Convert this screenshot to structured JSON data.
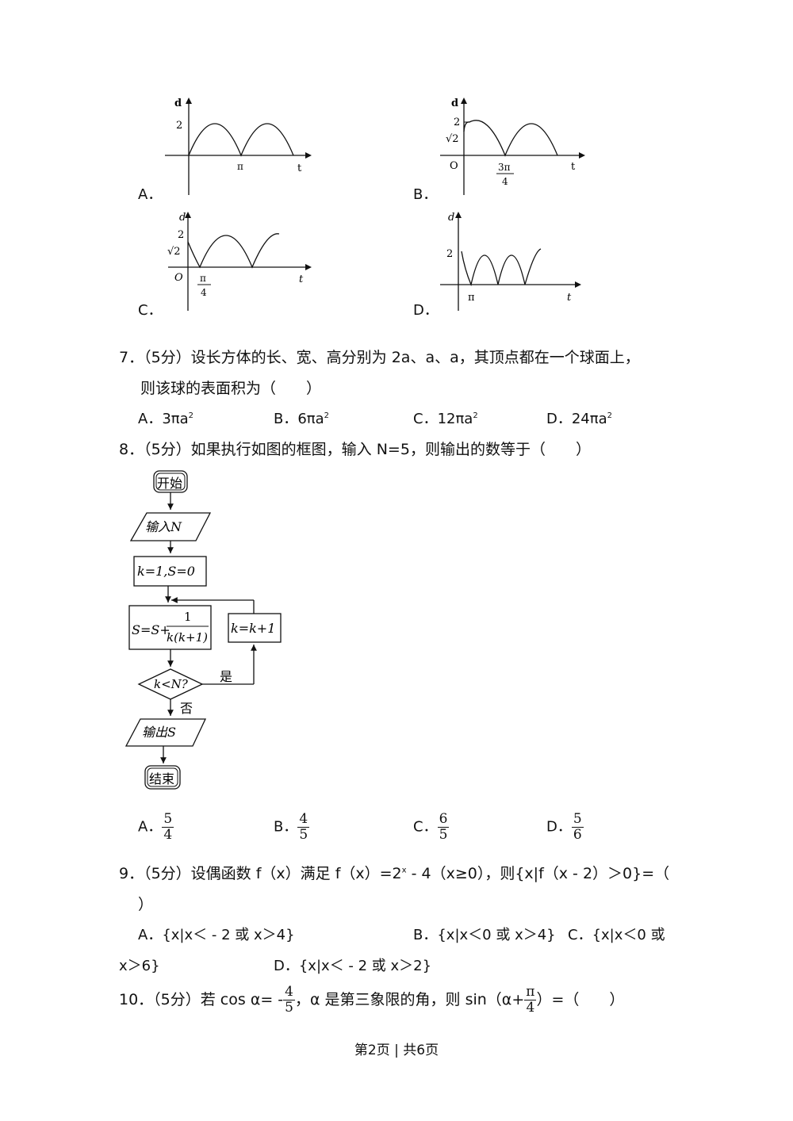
{
  "graphs": {
    "A": {
      "label": "A．",
      "axis_d": "d",
      "tick_y": "2",
      "tick_x": "π",
      "axis_t": "t"
    },
    "B": {
      "label": "B．",
      "axis_d": "d",
      "tick_y": "2",
      "tick_y2": "√2",
      "origin": "O",
      "tick_x_num": "3π",
      "tick_x_den": "4",
      "axis_t": "t"
    },
    "C": {
      "label": "C．",
      "axis_d": "d",
      "tick_y": "2",
      "tick_y2": "√2",
      "origin": "O",
      "tick_x_num": "π",
      "tick_x_den": "4",
      "axis_t": "t"
    },
    "D": {
      "label": "D．",
      "axis_d": "d",
      "tick_y": "2",
      "tick_x": "π",
      "axis_t": "t"
    }
  },
  "q7": {
    "line1": "7．（5分）设长方体的长、宽、高分别为 2a、a、a，其顶点都在一个球面上，",
    "line2": "则该球的表面积为（　　）",
    "options": [
      {
        "label": "A．3πa",
        "sup": "2"
      },
      {
        "label": "B．6πa",
        "sup": "2"
      },
      {
        "label": "C．12πa",
        "sup": "2"
      },
      {
        "label": "D．24πa",
        "sup": "2"
      }
    ]
  },
  "q8": {
    "line1": "8．（5分）如果执行如图的框图，输入 N=5，则输出的数等于（　　）",
    "flow": {
      "start": "开始",
      "input": "输入N",
      "init": "k=1,S=0",
      "update_prefix": "S=S+",
      "update_num": "1",
      "update_den": "k(k+1)",
      "incr": "k=k+1",
      "cond": "k<N?",
      "yes": "是",
      "no": "否",
      "output": "输出S",
      "end": "结束"
    },
    "options": [
      {
        "label": "A．",
        "num": "5",
        "den": "4"
      },
      {
        "label": "B．",
        "num": "4",
        "den": "5"
      },
      {
        "label": "C．",
        "num": "6",
        "den": "5"
      },
      {
        "label": "D．",
        "num": "5",
        "den": "6"
      }
    ]
  },
  "q9": {
    "line1_a": "9．（5分）设偶函数 f（x）满足 f（x）=2",
    "line1_sup": "x",
    "line1_b": " - 4（x≥0），则{x|f（x - 2）＞0}=（",
    "line2": "）",
    "optA": "A．{x|x＜ - 2 或 x＞4}",
    "optB": "B．{x|x＜0 或 x＞4}",
    "optC": "C．{x|x＜0 或",
    "optC2": "x＞6}",
    "optD": "D．{x|x＜ - 2 或 x＞2}"
  },
  "q10": {
    "pre": "10．（5分）若 cos α= -",
    "frac1_num": "4",
    "frac1_den": "5",
    "mid": "，α 是第三象限的角，则 sin（α+",
    "frac2_num": "π",
    "frac2_den": "4",
    "post": "）=（　　）"
  },
  "footer": "第2页 | 共6页"
}
